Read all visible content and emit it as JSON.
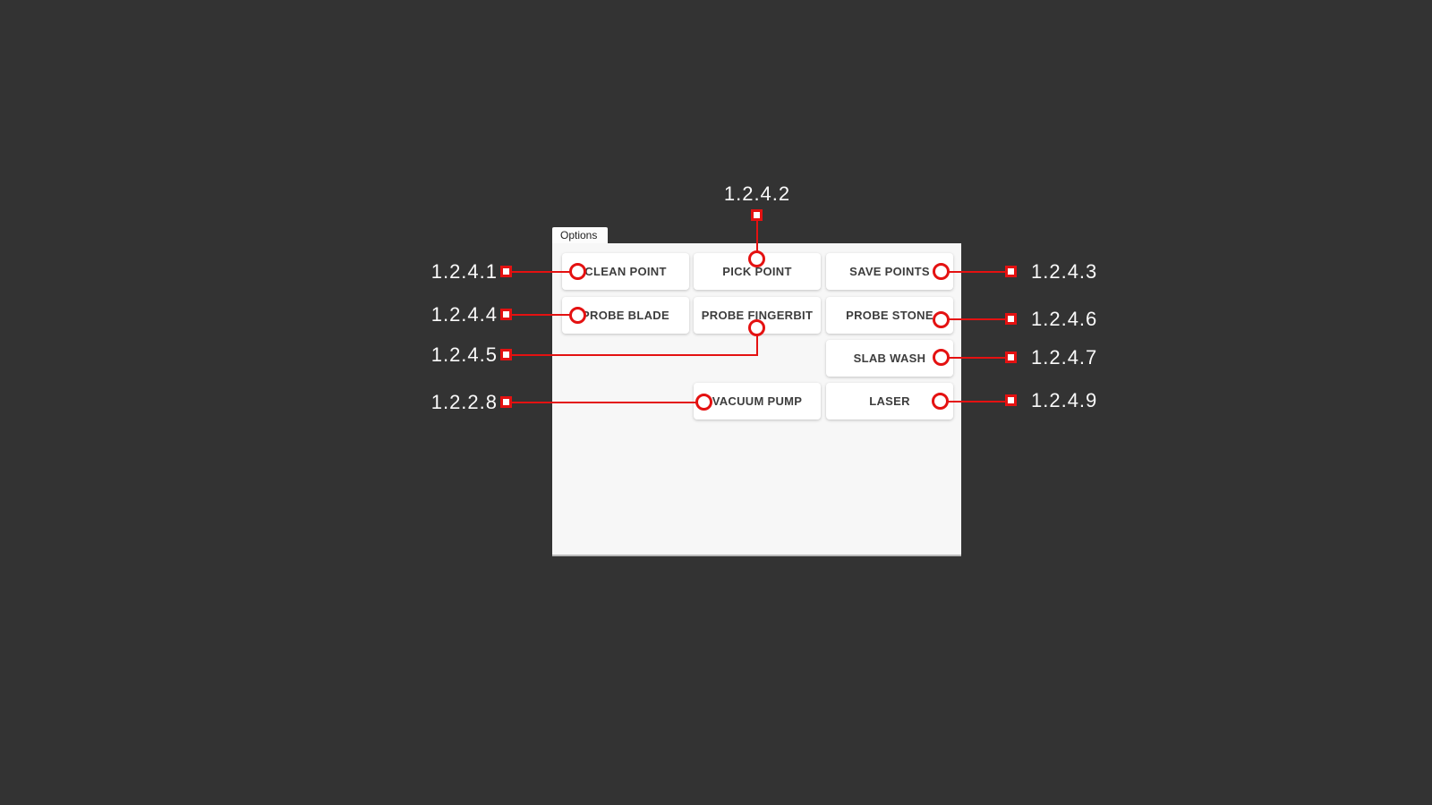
{
  "canvas": {
    "background_color": "#333333",
    "panel_color": "#f7f7f7",
    "button_color": "#ffffff",
    "annotation_color": "#e41111",
    "label_text_color": "#fafafa",
    "button_text_color": "#3d3d3d"
  },
  "window": {
    "tab_label": "Options"
  },
  "buttons": [
    {
      "id": "clean-point",
      "label": "CLEAN POINT"
    },
    {
      "id": "pick-point",
      "label": "PICK POINT"
    },
    {
      "id": "save-points",
      "label": "SAVE POINTS"
    },
    {
      "id": "probe-blade",
      "label": "PROBE BLADE"
    },
    {
      "id": "probe-fingerbit",
      "label": "PROBE FINGERBIT"
    },
    {
      "id": "probe-stone",
      "label": "PROBE STONE"
    },
    {
      "id": "slab-wash",
      "label": "SLAB WASH"
    },
    {
      "id": "vacuum-pump",
      "label": "VACUUM PUMP"
    },
    {
      "id": "laser",
      "label": "LASER"
    }
  ],
  "callouts": [
    {
      "label": "1.2.4.1",
      "target": "CLEAN POINT",
      "side": "left"
    },
    {
      "label": "1.2.4.2",
      "target": "PICK POINT",
      "side": "top"
    },
    {
      "label": "1.2.4.3",
      "target": "SAVE POINTS",
      "side": "right"
    },
    {
      "label": "1.2.4.4",
      "target": "PROBE BLADE",
      "side": "left"
    },
    {
      "label": "1.2.4.5",
      "target": "PROBE FINGERBIT",
      "side": "left"
    },
    {
      "label": "1.2.4.6",
      "target": "PROBE STONE",
      "side": "right"
    },
    {
      "label": "1.2.4.7",
      "target": "SLAB WASH",
      "side": "right"
    },
    {
      "label": "1.2.2.8",
      "target": "VACUUM PUMP",
      "side": "left"
    },
    {
      "label": "1.2.4.9",
      "target": "LASER",
      "side": "right"
    }
  ]
}
